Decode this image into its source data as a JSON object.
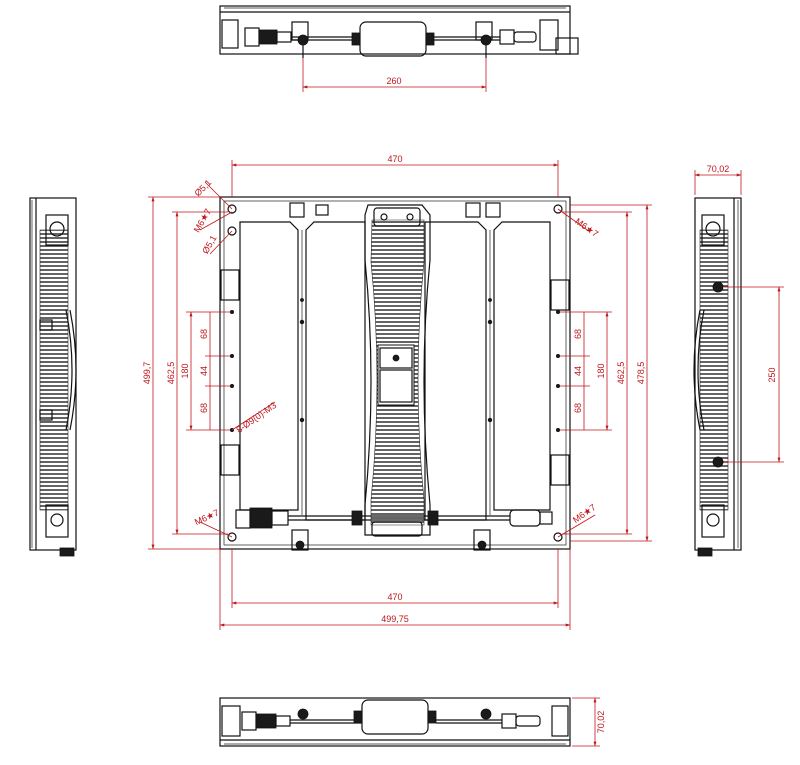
{
  "top_view": {
    "dim_width": "260"
  },
  "front_view": {
    "dim_inner_width_top": "470",
    "dim_inner_width_bottom": "470",
    "dim_outer_width": "499,75",
    "dim_outer_height": "499,7",
    "dim_height_462_left": "462,5",
    "dim_height_462_right": "462,5",
    "dim_height_478": "478,5",
    "dim_180_left": "180",
    "dim_180_right": "180",
    "dim_68_a_left": "68",
    "dim_44_left": "44",
    "dim_68_b_left": "68",
    "dim_68_a_right": "68",
    "dim_44_right": "44",
    "dim_68_b_right": "68",
    "label_phi51_a": "Ø5,1",
    "label_phi51_b": "Ø5,1",
    "label_m6_tl": "M6★7",
    "label_m6_tr": "M6★7",
    "label_m6_bl": "M6★7",
    "label_m6_br": "M6★7",
    "label_magnet": "8-Ø9(0)-M3"
  },
  "right_view": {
    "dim_depth": "70,02",
    "dim_250": "250"
  },
  "bottom_view": {
    "dim_depth": "70,02"
  }
}
